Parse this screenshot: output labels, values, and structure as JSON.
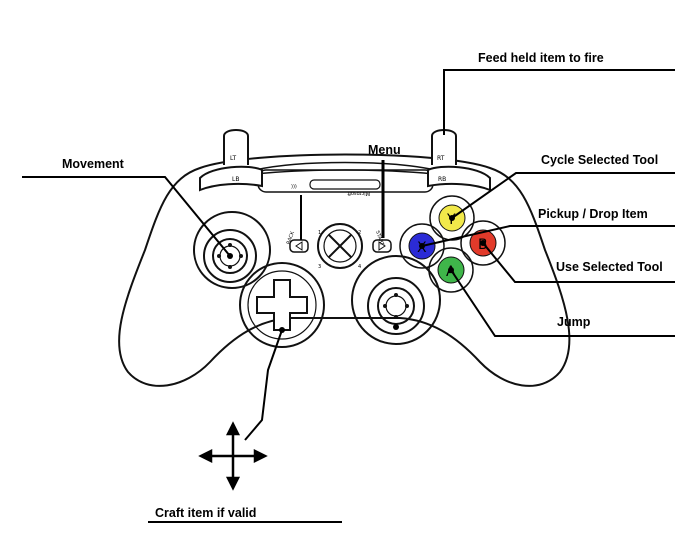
{
  "callouts": {
    "feed_held_item": "Feed held item to fire",
    "menu": "Menu",
    "movement": "Movement",
    "cycle_selected_tool": "Cycle Selected Tool",
    "pickup_drop_item": "Pickup / Drop Item",
    "use_selected_tool": "Use Selected Tool",
    "jump": "Jump",
    "craft_item": "Craft item if valid"
  },
  "controller": {
    "lt": "LT",
    "rt": "RT",
    "lb": "LB",
    "rb": "RB",
    "back": "BACK",
    "start": "START",
    "brand": "Microsoft",
    "quadrants": [
      "1",
      "2",
      "3",
      "4"
    ],
    "button_y": "Y",
    "button_x": "X",
    "button_b": "B",
    "button_a": "A"
  },
  "colors": {
    "button_y": "#f2e94a",
    "button_x": "#2b2bd6",
    "button_b": "#e23a2a",
    "button_a": "#3fb64a",
    "outline": "#111111"
  }
}
